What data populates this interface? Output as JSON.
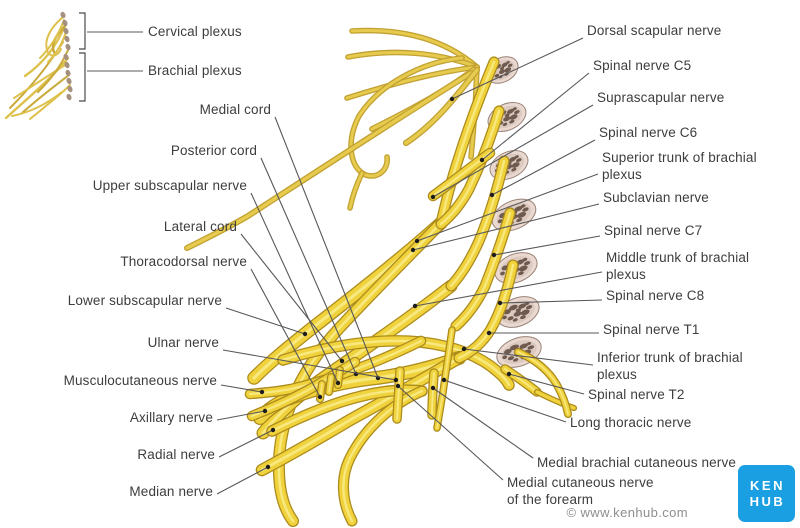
{
  "diagram": {
    "inset_labels": [
      "Cervical plexus",
      "Brachial plexus"
    ],
    "left_labels": [
      "Medial cord",
      "Posterior cord",
      "Upper subscapular nerve",
      "Lateral cord",
      "Thoracodorsal nerve",
      "Lower subscapular nerve",
      "Ulnar nerve",
      "Musculocutaneous nerve",
      "Axillary nerve",
      "Radial nerve",
      "Median nerve"
    ],
    "right_labels": [
      "Dorsal scapular nerve",
      "Spinal nerve C5",
      "Suprascapular nerve",
      "Spinal nerve C6",
      "Superior trunk of brachial\nplexus",
      "Subclavian nerve",
      "Spinal nerve C7",
      "Middle trunk of brachial\nplexus",
      "Spinal nerve C8",
      "Spinal nerve T1",
      "Inferior trunk of brachial\nplexus",
      "Spinal nerve T2",
      "Long thoracic nerve",
      "Medial brachial cutaneous nerve",
      "Medial cutaneous nerve\nof the forearm"
    ]
  },
  "footer": {
    "copyright": "© www.kenhub.com"
  },
  "logo": {
    "line1": "KEN",
    "line2": "HUB"
  },
  "colors": {
    "nerve_fill": "#f0d23c",
    "nerve_outline": "#ad8c1c",
    "nerve_highlight": "#f8ec8c",
    "fan_fill": "#e6cb4e",
    "fan_outline": "#c2a132",
    "vertebra_fill": "#ead9d1",
    "vertebra_inner": "#dcc9c0",
    "vertebra_stroke": "#9a8378",
    "speckle": "#6f5a4f",
    "leader_line": "#58585a",
    "leader_dot": "#1c1c1e",
    "label_text": "#3d3d3f",
    "bracket": "#4b4b4d",
    "inset_nerve": "#ddc14b",
    "inset_dot": "#a3907f",
    "logo_blue": "#1aa0e2",
    "copyright_gray": "#8e8e90"
  }
}
